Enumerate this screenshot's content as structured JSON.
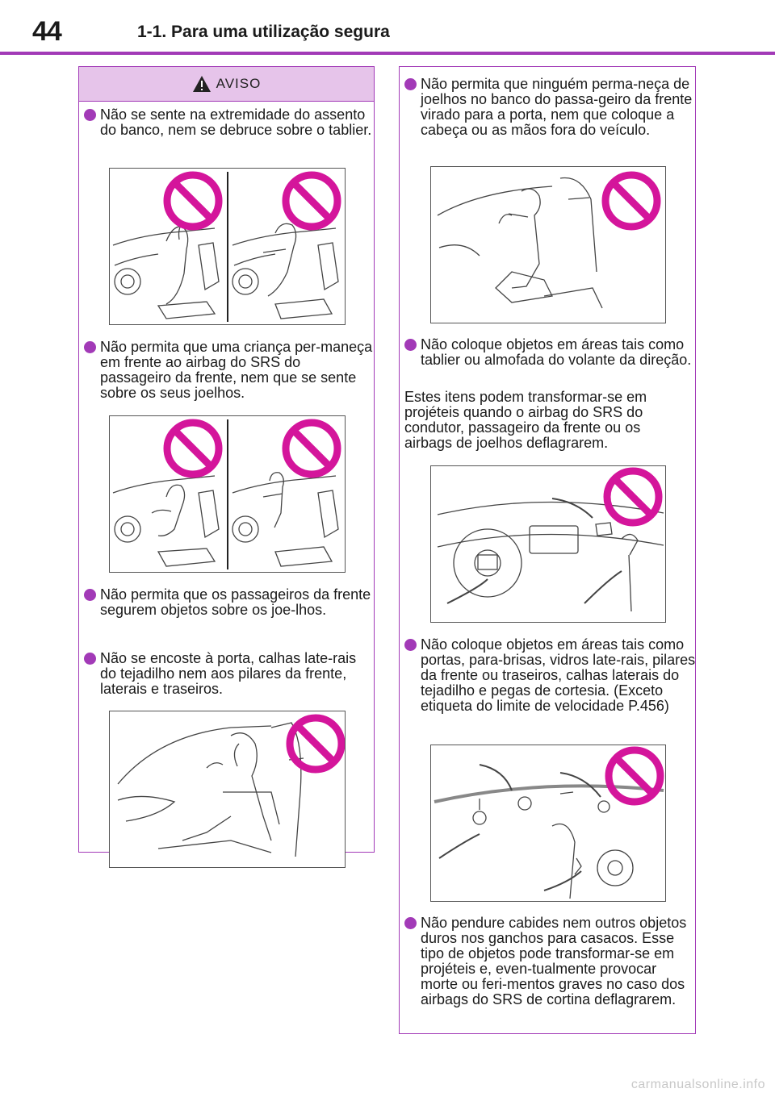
{
  "header": {
    "page_number": "44",
    "section_title": "1-1. Para uma utilização segura"
  },
  "warning": {
    "label": "AVISO"
  },
  "left": {
    "items": [
      {
        "text": "Não se sente na extremidade do assento do banco, nem se debruce sobre o tablier."
      },
      {
        "text": "Não permita que uma criança per-maneça em frente ao airbag do SRS do passageiro da frente, nem que se sente sobre os seus joelhos."
      },
      {
        "text": "Não permita que os passageiros da frente segurem objetos sobre os joe-lhos."
      },
      {
        "text": "Não se encoste à porta, calhas late-rais do tejadilho nem aos pilares da frente, laterais e traseiros."
      }
    ]
  },
  "right": {
    "items": [
      {
        "text": "Não permita que ninguém perma-neça de joelhos no banco do passa-geiro da frente virado para a porta, nem que coloque a cabeça ou as mãos fora do veículo."
      },
      {
        "text": "Não coloque objetos em áreas tais como tablier ou almofada do volante da direção."
      },
      {
        "text": "Não coloque objetos em áreas tais como portas, para-brisas, vidros late-rais, pilares da frente ou traseiros, calhas laterais do tejadilho e pegas de cortesia. (Exceto etiqueta do limite de velocidade P.456)"
      },
      {
        "text": "Não pendure cabides nem outros objetos duros nos ganchos para casacos. Esse tipo de objetos pode transformar-se em projéteis e, even-tualmente provocar morte ou feri-mentos graves no caso dos airbags do SRS de cortina deflagrarem."
      }
    ],
    "note": "Estes itens podem transformar-se em projéteis quando o airbag do SRS do condutor, passageiro da frente ou os airbags de joelhos deflagrarem."
  },
  "watermark": "carmanualsonline.info",
  "colors": {
    "accent": "#a23ab7",
    "warning_bg": "#e6c4ea",
    "prohibition": "#d4159b"
  }
}
